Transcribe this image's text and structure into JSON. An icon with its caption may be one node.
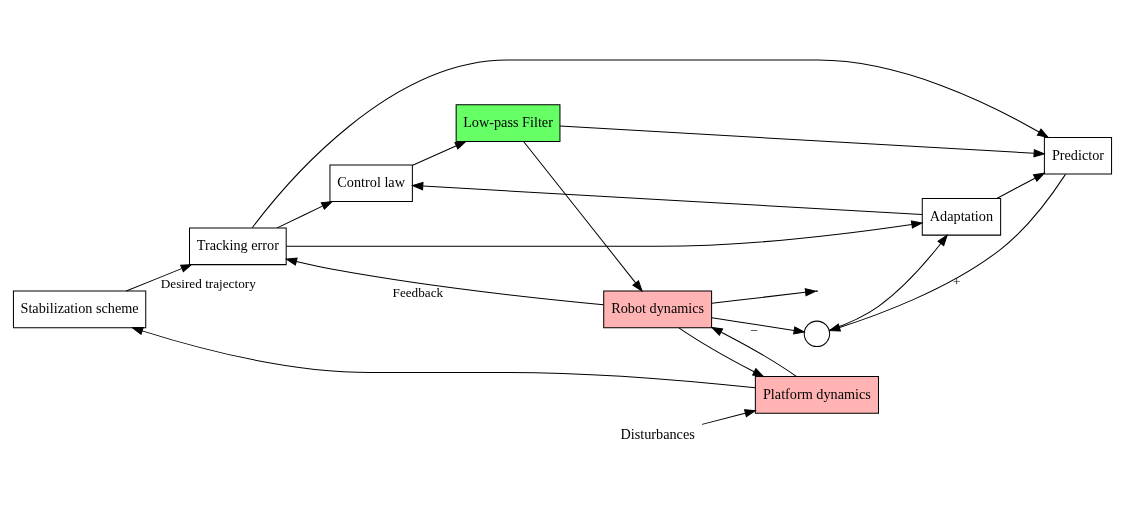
{
  "diagram": {
    "nodes": [
      {
        "text": [
          "Stabilization scheme"
        ]
      },
      {
        "text": [
          "Platform dynamics"
        ]
      },
      {
        "text": [
          "Tracking error"
        ]
      },
      {
        "text": [
          "Control law"
        ]
      },
      {
        "text": [
          "Low-pass Filter"
        ]
      },
      {
        "text": [
          "Robot dynamics"
        ]
      },
      {
        "text": [
          "Predictor"
        ]
      },
      {
        "text": [],
        "shape": "circle"
      },
      {
        "text": [
          "Adaptation"
        ]
      },
      {
        "text": [
          "Disturbances"
        ]
      }
    ],
    "edges": [
      {
        "from": 9,
        "to": 1,
        "arrow": "to"
      },
      {
        "from": 1,
        "to": 0,
        "arrow": "to"
      },
      {
        "from": 0,
        "to": 2,
        "arrow": "to",
        "label": "Desired trajectory"
      },
      {
        "from": 5,
        "to": 1,
        "arrow": "to"
      },
      {
        "from": 1,
        "to": 5,
        "arrow": "to"
      },
      {
        "from": 2,
        "to": 3,
        "arrow": "to"
      },
      {
        "from": 3,
        "to": 4,
        "arrow": "to"
      },
      {
        "from": 4,
        "to": 5,
        "arrow": "to"
      },
      {
        "from": 4,
        "to": 6,
        "arrow": "to"
      },
      {
        "from": 2,
        "to": 6,
        "arrow": "to"
      },
      {
        "from": 2,
        "to": 8,
        "arrow": "to"
      },
      {
        "from": 8,
        "to": 3,
        "arrow": "to"
      },
      {
        "from": 8,
        "to": 6,
        "arrow": "to"
      },
      {
        "from": 5,
        "to": null,
        "arrow": "to"
      },
      {
        "from": 5,
        "to": 7,
        "arrow": "to",
        "label": "−"
      },
      {
        "from": 6,
        "to": 7,
        "arrow": "to",
        "label": "+"
      },
      {
        "from": 7,
        "to": 8,
        "arrow": "to"
      },
      {
        "from": 5,
        "to": 2,
        "arrow": "to",
        "label": "Feedback"
      }
    ]
  }
}
